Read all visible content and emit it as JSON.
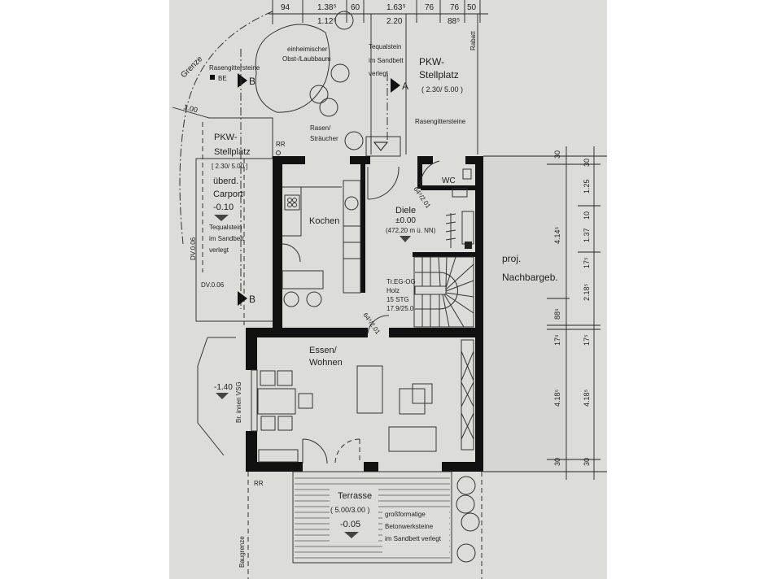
{
  "plan": {
    "title": "Erdgeschoss Grundriss",
    "top_dims_upper": [
      "94",
      "1.38⁵",
      "60",
      "1.63⁵",
      "76",
      "76",
      "50"
    ],
    "top_dims_lower": [
      "1.12⁵",
      "2.20",
      "88⁵"
    ],
    "labels": {
      "grenze": "Grenze",
      "grenze_dim": "1.00",
      "rasengitter_top": "Rasengittersteine",
      "be": "BE",
      "section_b": "B",
      "section_a": "A",
      "baum_1": "einheimischer",
      "baum_2": "Obst-/Laubbaum",
      "tequal_1": "Tequalstein",
      "tequal_2": "im Sandbett",
      "tequal_3": "verlegt",
      "pkw_right_1": "PKW-",
      "pkw_right_2": "Stellplatz",
      "pkw_right_3": "( 2.30/ 5.00 )",
      "rabatt": "Rabatt",
      "rasengitter_right": "Rasengittersteine",
      "rasen_1": "Rasen/",
      "rasen_2": "Sträucher",
      "rr": "RR",
      "pkw_left_1": "PKW-",
      "pkw_left_2": "Stellplatz",
      "pkw_left_3": "[ 2.30/ 5.00 ]",
      "carport_1": "überd.",
      "carport_2": "Carport",
      "carport_3": "-0.10",
      "carport_4": "Tequalstein",
      "carport_5": "im Sandbett",
      "carport_6": "verlegt",
      "dv_vert": "DV.0.06",
      "dv_horiz": "DV.0.06"
    },
    "rooms": {
      "kochen": "Kochen",
      "wc": "WC",
      "diele_1": "Diele",
      "diele_2": "±0.00",
      "diele_3": "(472,20 m ü. NN)",
      "door_wc": "64⁵/2.01",
      "door_entry": "64⁵/2.01",
      "stair_1": "Tr.EG-OG",
      "stair_2": "Holz",
      "stair_3": "15 STG",
      "stair_4": "17.9/25.0",
      "essen_1": "Essen/",
      "essen_2": "Wohnen",
      "garden_level": "-1.40",
      "vsg": "Br. innen VSG",
      "nachbar_1": "proj.",
      "nachbar_2": "Nachbargeb.",
      "terrasse_1": "Terrasse",
      "terrasse_2": "( 5.00/3.00 )",
      "terrasse_3": "-0.05",
      "beton_1": "großformatige",
      "beton_2": "Betonwerksteine",
      "beton_3": "im Sandbett verlegt",
      "baugrenze": "Baugrenze"
    },
    "right_dims_inner": [
      "30",
      "4.14⁵",
      "88⁵",
      "17⁵",
      "4.18⁵",
      "30"
    ],
    "right_dims_outer": [
      "30",
      "1.25",
      "10",
      "1.37",
      "17⁵",
      "2.18⁵",
      "17⁵",
      "4.18⁵",
      "30"
    ]
  }
}
